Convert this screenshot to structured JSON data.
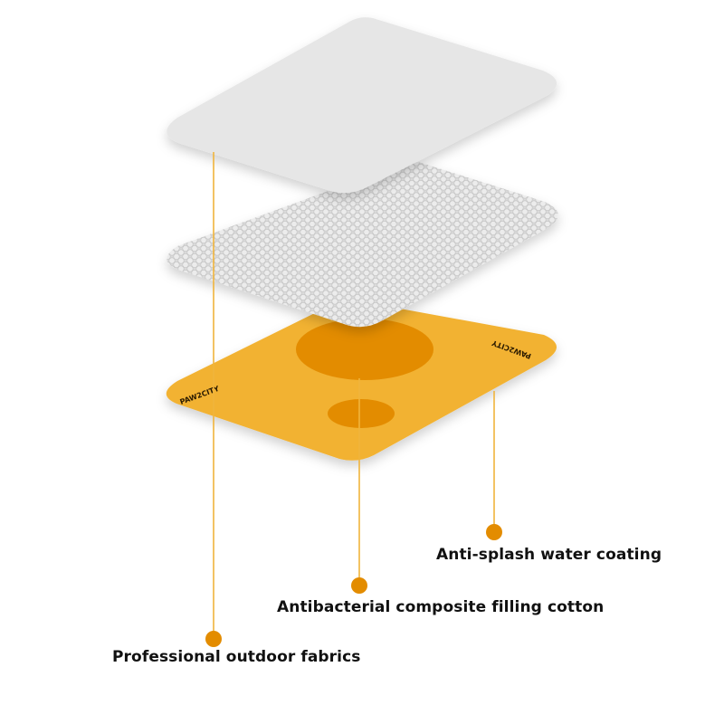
{
  "layers": [
    {
      "id": "top",
      "material": "smooth-fabric",
      "color": "#e6e6e6"
    },
    {
      "id": "middle",
      "material": "quilted-cotton",
      "color": "#dedede"
    },
    {
      "id": "bottom",
      "material": "printed-base",
      "color": "#f2b233",
      "accent": "#e38c00",
      "brand_left": "PAW2CITY",
      "brand_right": "PAW2CITY"
    }
  ],
  "callouts": [
    {
      "id": "fabric",
      "label": "Professional outdoor fabrics"
    },
    {
      "id": "cotton",
      "label": "Antibacterial composite filling cotton"
    },
    {
      "id": "water",
      "label": "Anti-splash water coating"
    }
  ],
  "leader_color": "#f0b43c",
  "dot_color": "#e38c00"
}
